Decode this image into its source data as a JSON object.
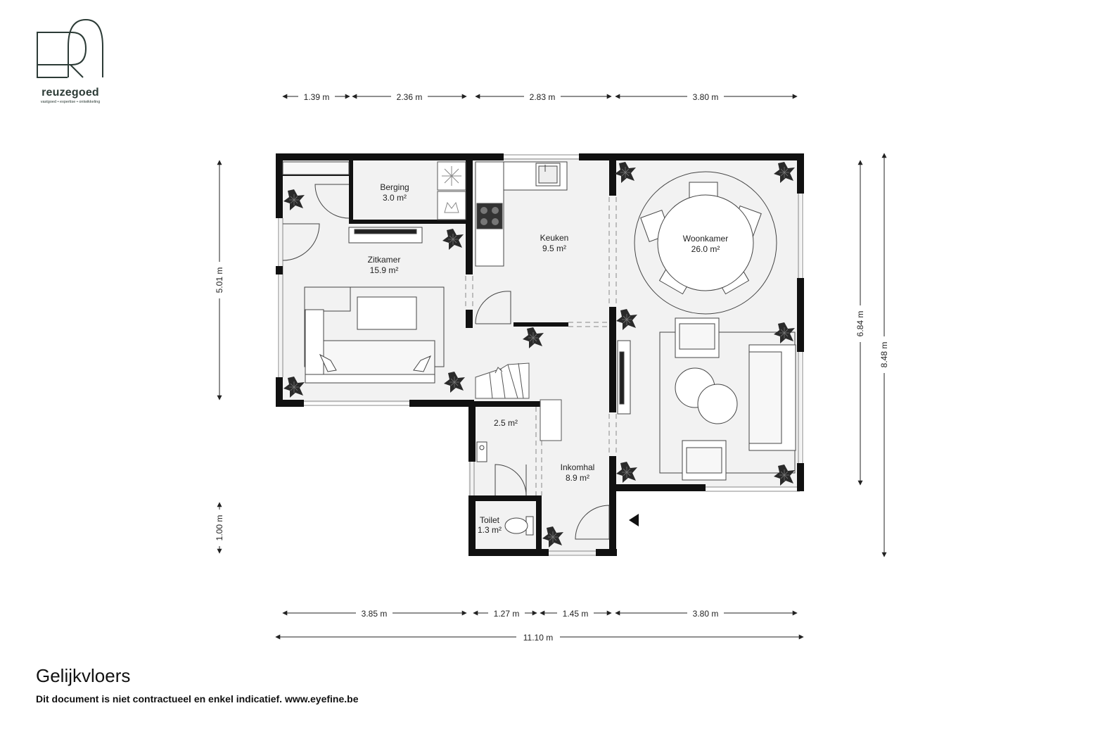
{
  "logo": {
    "name": "reuzegoed",
    "tagline": "vastgoed • expertise • ontwikkeling",
    "color": "#2c3b36"
  },
  "floor": {
    "title": "Gelijkvloers",
    "disclaimer": "Dit document is niet contractueel en enkel indicatief. www.eyefine.be"
  },
  "rooms": {
    "berging": {
      "name": "Berging",
      "area": "3.0 m²"
    },
    "zitkamer": {
      "name": "Zitkamer",
      "area": "15.9 m²"
    },
    "keuken": {
      "name": "Keuken",
      "area": "9.5 m²"
    },
    "woonkamer": {
      "name": "Woonkamer",
      "area": "26.0 m²"
    },
    "bathroom": {
      "area": "2.5 m²"
    },
    "inkomhal": {
      "name": "Inkomhal",
      "area": "8.9 m²"
    },
    "toilet": {
      "name": "Toilet",
      "area": "1.3 m²"
    }
  },
  "dimensions": {
    "top": [
      "1.39 m",
      "2.36 m",
      "2.83 m",
      "3.80 m"
    ],
    "bottom": [
      "3.85 m",
      "1.27 m",
      "1.45 m",
      "3.80 m"
    ],
    "total": "11.10 m",
    "left": [
      "5.01 m",
      "1.00 m"
    ],
    "right": [
      "6.84 m",
      "8.48 m"
    ]
  },
  "colors": {
    "wall": "#111111",
    "floor": "#f2f2f2",
    "plant": "#2a2a2a"
  }
}
